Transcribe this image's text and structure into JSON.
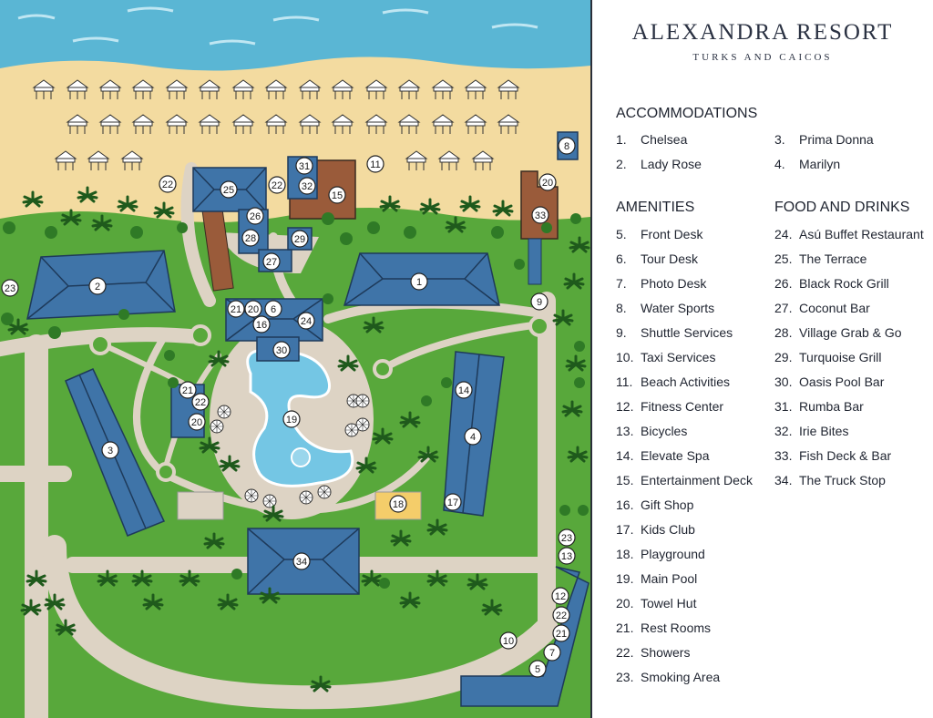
{
  "resort": {
    "name": "ALEXANDRA RESORT",
    "location": "TURKS AND CAICOS"
  },
  "colors": {
    "ocean": "#5ab6d4",
    "sand": "#f3dba0",
    "grass": "#58a83b",
    "path": "#ddd3c4",
    "roof": "#3f74a8",
    "deck": "#9a5b3a",
    "text": "#1f2430"
  },
  "legend": {
    "accommodations": {
      "title": "ACCOMMODATIONS",
      "items": [
        {
          "num": "1.",
          "label": "Chelsea"
        },
        {
          "num": "2.",
          "label": "Lady Rose"
        },
        {
          "num": "3.",
          "label": "Prima Donna"
        },
        {
          "num": "4.",
          "label": "Marilyn"
        }
      ]
    },
    "amenities": {
      "title": "AMENITIES",
      "items": [
        {
          "num": "5.",
          "label": "Front Desk"
        },
        {
          "num": "6.",
          "label": "Tour Desk"
        },
        {
          "num": "7.",
          "label": "Photo Desk"
        },
        {
          "num": "8.",
          "label": "Water Sports"
        },
        {
          "num": "9.",
          "label": "Shuttle Services"
        },
        {
          "num": "10.",
          "label": "Taxi Services"
        },
        {
          "num": "11.",
          "label": "Beach Activities"
        },
        {
          "num": "12.",
          "label": "Fitness Center"
        },
        {
          "num": "13.",
          "label": "Bicycles"
        },
        {
          "num": "14.",
          "label": "Elevate Spa"
        },
        {
          "num": "15.",
          "label": "Entertainment Deck"
        },
        {
          "num": "16.",
          "label": "Gift Shop"
        },
        {
          "num": "17.",
          "label": "Kids Club"
        },
        {
          "num": "18.",
          "label": "Playground"
        },
        {
          "num": "19.",
          "label": "Main Pool"
        },
        {
          "num": "20.",
          "label": "Towel Hut"
        },
        {
          "num": "21.",
          "label": "Rest Rooms"
        },
        {
          "num": "22.",
          "label": "Showers"
        },
        {
          "num": "23.",
          "label": "Smoking Area"
        }
      ]
    },
    "food": {
      "title": "FOOD AND DRINKS",
      "items": [
        {
          "num": "24.",
          "label": "Asú Buffet Restaurant"
        },
        {
          "num": "25.",
          "label": "The Terrace"
        },
        {
          "num": "26.",
          "label": "Black Rock Grill"
        },
        {
          "num": "27.",
          "label": "Coconut Bar"
        },
        {
          "num": "28.",
          "label": "Village Grab & Go"
        },
        {
          "num": "29.",
          "label": "Turquoise Grill"
        },
        {
          "num": "30.",
          "label": "Oasis Pool Bar"
        },
        {
          "num": "31.",
          "label": "Rumba Bar"
        },
        {
          "num": "32.",
          "label": "Irie Bites"
        },
        {
          "num": "33.",
          "label": "Fish Deck & Bar"
        },
        {
          "num": "34.",
          "label": "The Truck Stop"
        }
      ]
    }
  },
  "markers": [
    {
      "n": "1"
    },
    {
      "n": "2"
    },
    {
      "n": "3"
    },
    {
      "n": "4"
    },
    {
      "n": "5"
    },
    {
      "n": "6"
    },
    {
      "n": "7"
    },
    {
      "n": "8"
    },
    {
      "n": "9"
    },
    {
      "n": "10"
    },
    {
      "n": "11"
    },
    {
      "n": "12"
    },
    {
      "n": "13"
    },
    {
      "n": "14"
    },
    {
      "n": "15"
    },
    {
      "n": "16"
    },
    {
      "n": "17"
    },
    {
      "n": "18"
    },
    {
      "n": "19"
    },
    {
      "n": "20"
    },
    {
      "n": "20"
    },
    {
      "n": "20"
    },
    {
      "n": "21"
    },
    {
      "n": "21"
    },
    {
      "n": "21"
    },
    {
      "n": "22"
    },
    {
      "n": "22"
    },
    {
      "n": "22"
    },
    {
      "n": "22"
    },
    {
      "n": "23"
    },
    {
      "n": "23"
    },
    {
      "n": "24"
    },
    {
      "n": "25"
    },
    {
      "n": "26"
    },
    {
      "n": "27"
    },
    {
      "n": "28"
    },
    {
      "n": "29"
    },
    {
      "n": "30"
    },
    {
      "n": "31"
    },
    {
      "n": "32"
    },
    {
      "n": "33"
    },
    {
      "n": "34"
    }
  ]
}
